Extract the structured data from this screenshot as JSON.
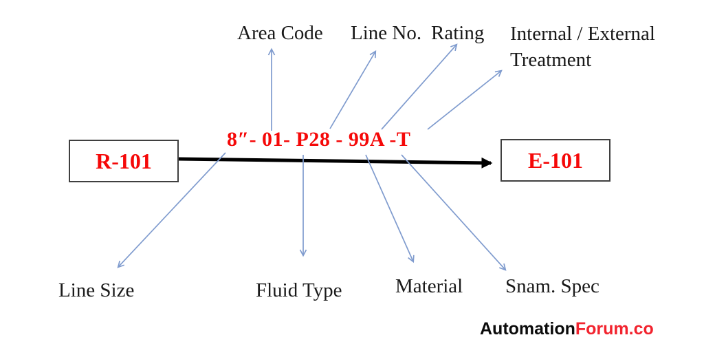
{
  "diagram": {
    "pipe_number": "8″- 01- P28 - 99A -T",
    "source_box": "R-101",
    "dest_box": "E-101",
    "labels": {
      "area_code": "Area Code",
      "line_no": "Line No.",
      "rating": "Rating",
      "internal_external_line1": "Internal / External",
      "internal_external_line2": "Treatment",
      "line_size": "Line Size",
      "fluid_type": "Fluid Type",
      "material": "Material",
      "snam_spec": "Snam. Spec"
    }
  },
  "footer": {
    "brand_black": "Automation",
    "brand_red": "Forum.co"
  },
  "colors": {
    "red": "#f50808",
    "arrow_blue": "#7f9bce",
    "line_black": "#000000",
    "box_border": "#3f3f3f"
  }
}
